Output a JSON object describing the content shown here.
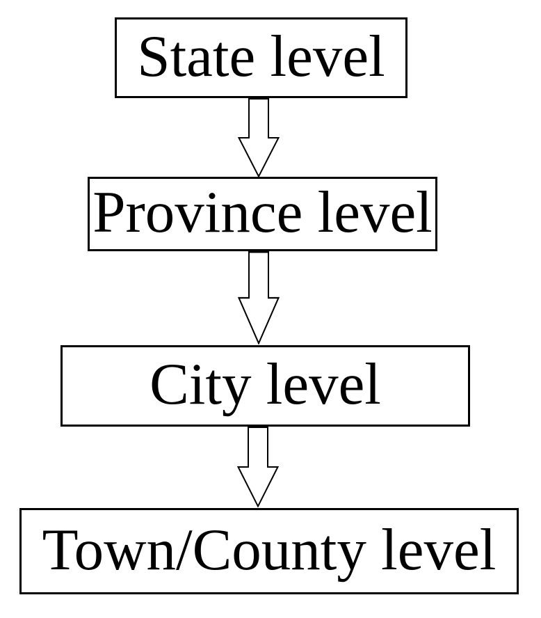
{
  "diagram": {
    "type": "flowchart",
    "orientation": "top-down",
    "nodes": [
      {
        "id": "state",
        "label": "State level"
      },
      {
        "id": "province",
        "label": "Province level"
      },
      {
        "id": "city",
        "label": "City level"
      },
      {
        "id": "town-county",
        "label": "Town/County level"
      }
    ],
    "connectors": [
      {
        "from": "state",
        "to": "province",
        "shape": "block-arrow-down"
      },
      {
        "from": "province",
        "to": "city",
        "shape": "block-arrow-down"
      },
      {
        "from": "city",
        "to": "town-county",
        "shape": "block-arrow-down"
      }
    ],
    "colors": {
      "node_fill": "#ffffff",
      "node_border": "#000000",
      "text": "#000000",
      "arrow_fill": "#ffffff",
      "arrow_outline": "#000000",
      "background": "#ffffff"
    }
  }
}
